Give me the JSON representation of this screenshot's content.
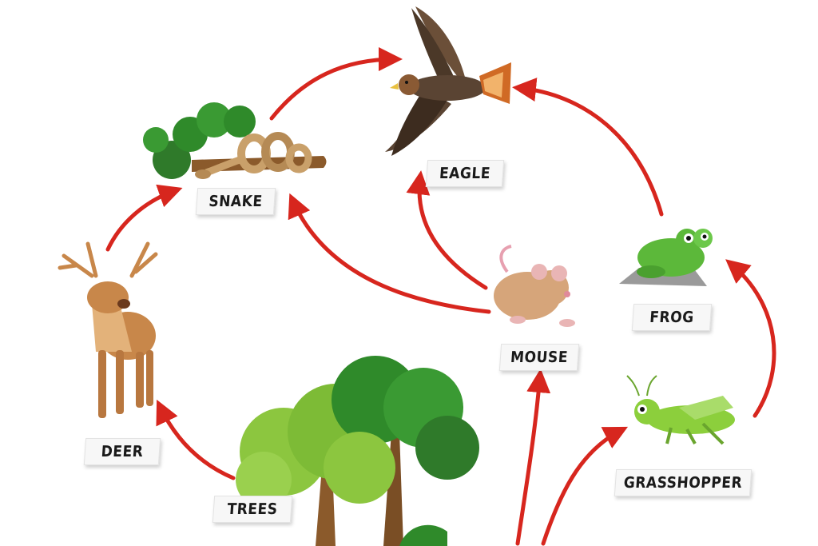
{
  "colors": {
    "arrow": "#d7261e",
    "leaf_dark": "#2f8a2a",
    "leaf_light": "#8cc63f",
    "trunk": "#8b5a2b",
    "deer": "#c8874a",
    "snake": "#c9a06a",
    "eagle": "#5a4433",
    "mouse": "#d6a57a",
    "frog": "#5cb83a",
    "grasshopper": "#8ccf3c"
  },
  "labels": {
    "eagle": "EAGLE",
    "snake": "SNAKE",
    "deer": "DEER",
    "trees": "TREES",
    "mouse": "MOUSE",
    "frog": "FROG",
    "grasshopper": "GRASSHOPPER"
  },
  "links": [
    {
      "from": "trees",
      "to": "deer"
    },
    {
      "from": "deer",
      "to": "snake"
    },
    {
      "from": "snake",
      "to": "eagle"
    },
    {
      "from": "mouse",
      "to": "snake"
    },
    {
      "from": "mouse",
      "to": "eagle"
    },
    {
      "from": "frog",
      "to": "eagle"
    },
    {
      "from": "grasshopper",
      "to": "frog"
    },
    {
      "from": "trees",
      "to": "mouse"
    },
    {
      "from": "trees",
      "to": "grasshopper"
    }
  ]
}
